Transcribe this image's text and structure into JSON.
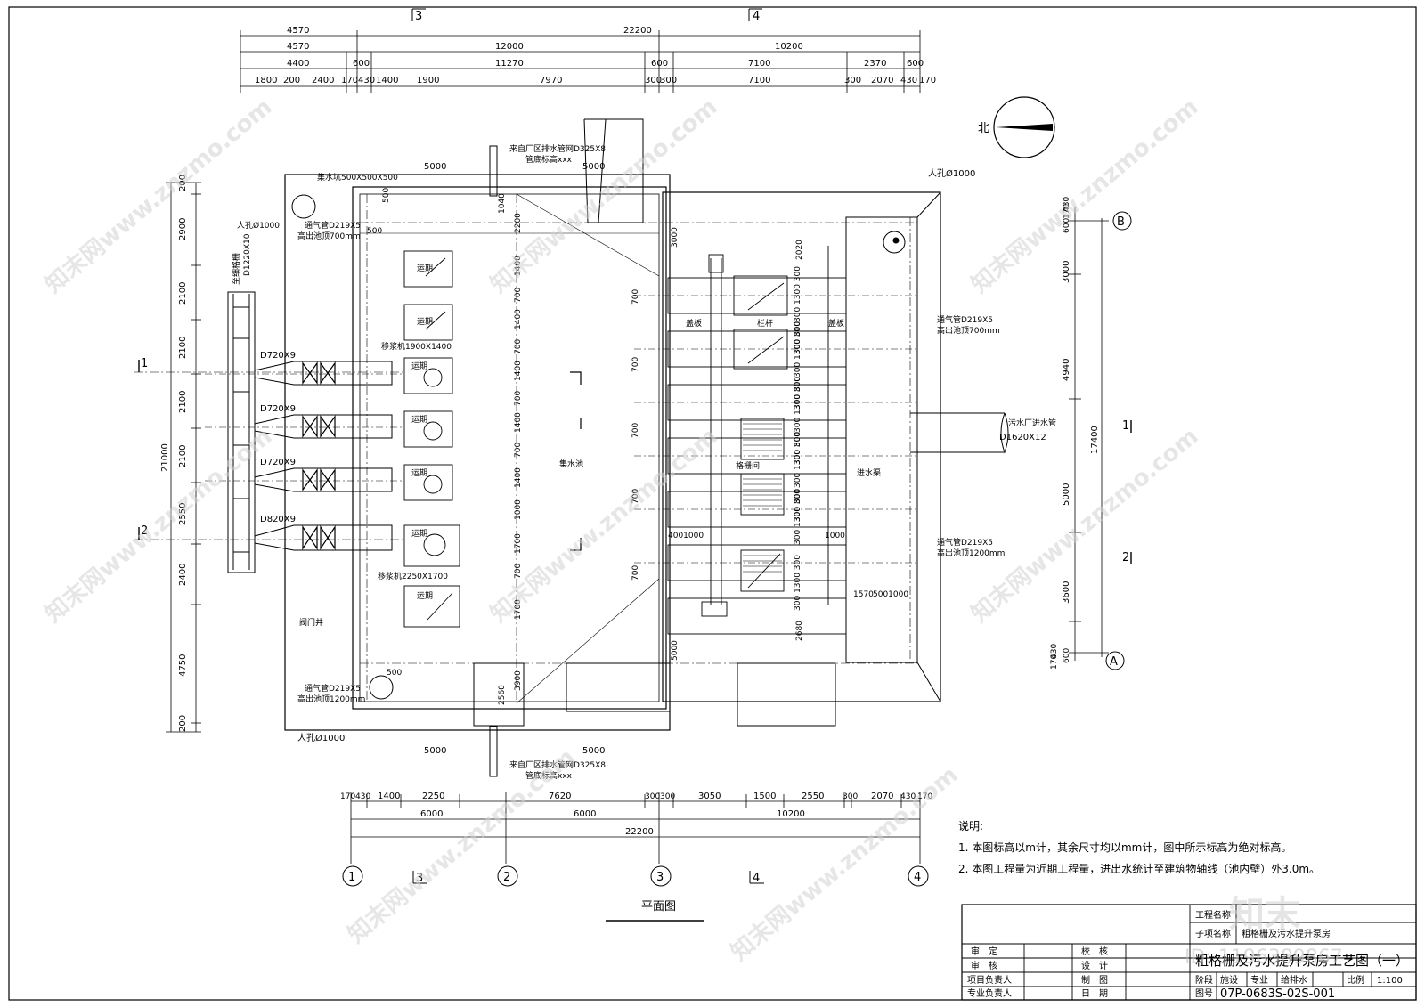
{
  "sheet_title": "平面图",
  "north_label": "北",
  "top_dims": {
    "row1": [
      "4570",
      "22200"
    ],
    "row2": [
      "4570",
      "12000",
      "10200"
    ],
    "row3": [
      "4400",
      "600",
      "11270",
      "600",
      "7100",
      "2370",
      "600"
    ],
    "row4": [
      "1800",
      "200",
      "2400",
      "170",
      "430",
      "1400",
      "1900",
      "7970",
      "300",
      "300",
      "7100",
      "300",
      "2070",
      "430",
      "170"
    ]
  },
  "bottom_dims": {
    "row1": [
      "170",
      "430",
      "1400",
      "2250",
      "7620",
      "300",
      "300",
      "3050",
      "1500",
      "2550",
      "300",
      "2070",
      "430",
      "170"
    ],
    "row2": [
      "6000",
      "6000",
      "10200"
    ],
    "row3": [
      "22200"
    ]
  },
  "left_dims": [
    "200",
    "2900",
    "2100",
    "2100",
    "2100",
    "2100",
    "2550",
    "2400",
    "4750",
    "200"
  ],
  "left_total": "21000",
  "right_dims": [
    "170",
    "430",
    "600",
    "3000",
    "4940",
    "5000",
    "3600",
    "600",
    "430",
    "170"
  ],
  "right_total": "17400",
  "inner_dims": {
    "top_left": "5000",
    "top_right": "5000",
    "bottom_left": "5000",
    "bottom_right": "5000",
    "h1040": "1040",
    "h2200": "2200",
    "h3000": "3000",
    "h2020": "2020",
    "h2680": "2680",
    "h5000b": "5000",
    "h2560": "2560",
    "h3900": "3900",
    "h500a": "500",
    "h500b": "500",
    "h500c": "500",
    "w4001000": "4001000",
    "w1000": "1000",
    "w1570": "1570",
    "w5001000": "5001000",
    "v1400": "1400",
    "v700": "700",
    "v1000": "1000",
    "v1700": "1700",
    "ch700": "700",
    "ch1300": "300 1300 300",
    "ch_sep": "300 800"
  },
  "axes": {
    "top": [
      "3",
      "4"
    ],
    "bottom": [
      "1",
      "2",
      "3",
      "4"
    ],
    "bottom_section": [
      "3",
      "4"
    ],
    "right_b": "B",
    "right_a": "A",
    "section_left": [
      "1",
      "2"
    ],
    "section_right": [
      "1",
      "2"
    ]
  },
  "labels": {
    "sump": "集水坑500X500X500",
    "manhole_tl": "人孔Ø1000",
    "manhole_tr": "人孔Ø1000",
    "manhole_bl": "人孔Ø1000",
    "vent_tl": "通气管D219X5",
    "vent_tl_h": "高出池顶700mm",
    "vent_bl": "通气管D219X5",
    "vent_bl_h": "高出池顶1200mm",
    "vent_r1": "通气管D219X5",
    "vent_r1_h": "高出池顶700mm",
    "vent_r2": "通气管D219X5",
    "vent_r2_h": "高出池顶1200mm",
    "drain_top": "来自厂区排水管网D325X8",
    "drain_top_h": "管底标高xxx",
    "drain_bot": "来自厂区排水管网D325X8",
    "drain_bot_h": "管底标高xxx",
    "main_pipe": "至细格栅",
    "main_pipe_size": "D1220X10",
    "inlet_pipe": "污水厂进水管",
    "inlet_pipe_size": "D1620X12",
    "pump_top": "移浆机1900X1400",
    "pump_bot": "移浆机2250X1700",
    "d720a": "D720X9",
    "d720b": "D720X9",
    "d720c": "D720X9",
    "d820": "D820X9",
    "wet_well": "集水池",
    "valve_room": "阀门井",
    "inlet_channel": "进水渠",
    "gate_room": "格栅间",
    "cover_l": "盖板",
    "cover_r": "盖板",
    "railing": "栏杆",
    "pump_name": "运期"
  },
  "notes": {
    "title": "说明:",
    "line1": "1. 本图标高以m计，其余尺寸均以mm计，图中所示标高为绝对标高。",
    "line2": "2. 本图工程量为近期工程量，进出水统计至建筑物轴线（池内壁）外3.0m。"
  },
  "title_block": {
    "project_label": "工程名称",
    "subproject_label": "子项名称",
    "subproject_value": "粗格栅及污水提升泵房",
    "drawing_title": "粗格栅及污水提升泵房工艺图（一）",
    "roles": [
      "审　定",
      "审　核",
      "项目负责人",
      "专业负责人"
    ],
    "roles2": [
      "校　核",
      "设　计",
      "制　图",
      "日　期"
    ],
    "stage_label": "阶段",
    "stage_value": "施设",
    "discipline_label": "专业",
    "discipline_value": "给排水",
    "scale_label": "比例",
    "scale_value": "1:100",
    "drawing_no_label": "图号",
    "drawing_no_value": "07P-0683S-02S-001"
  },
  "watermark": {
    "text": "知末网www.znzmo.com",
    "brand": "知末",
    "id": "ID: 1196389867"
  }
}
